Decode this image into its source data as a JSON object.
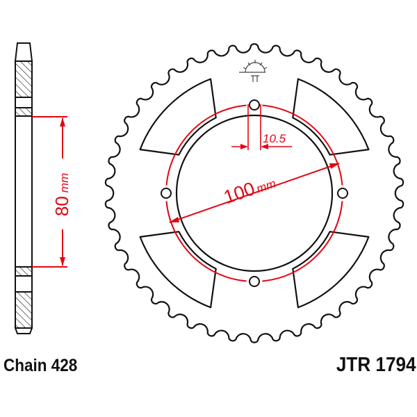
{
  "diagram": {
    "chain_label": "Chain 428",
    "part_number": "JTR 1794",
    "bolt_circle": {
      "value": "100",
      "unit": "mm"
    },
    "hub_spacing": {
      "value": "80",
      "unit": "mm"
    },
    "hole_diameter": "10.5",
    "logo": "JT sun logo"
  },
  "colors": {
    "outline": "#111111",
    "dimension": "#e30613"
  }
}
